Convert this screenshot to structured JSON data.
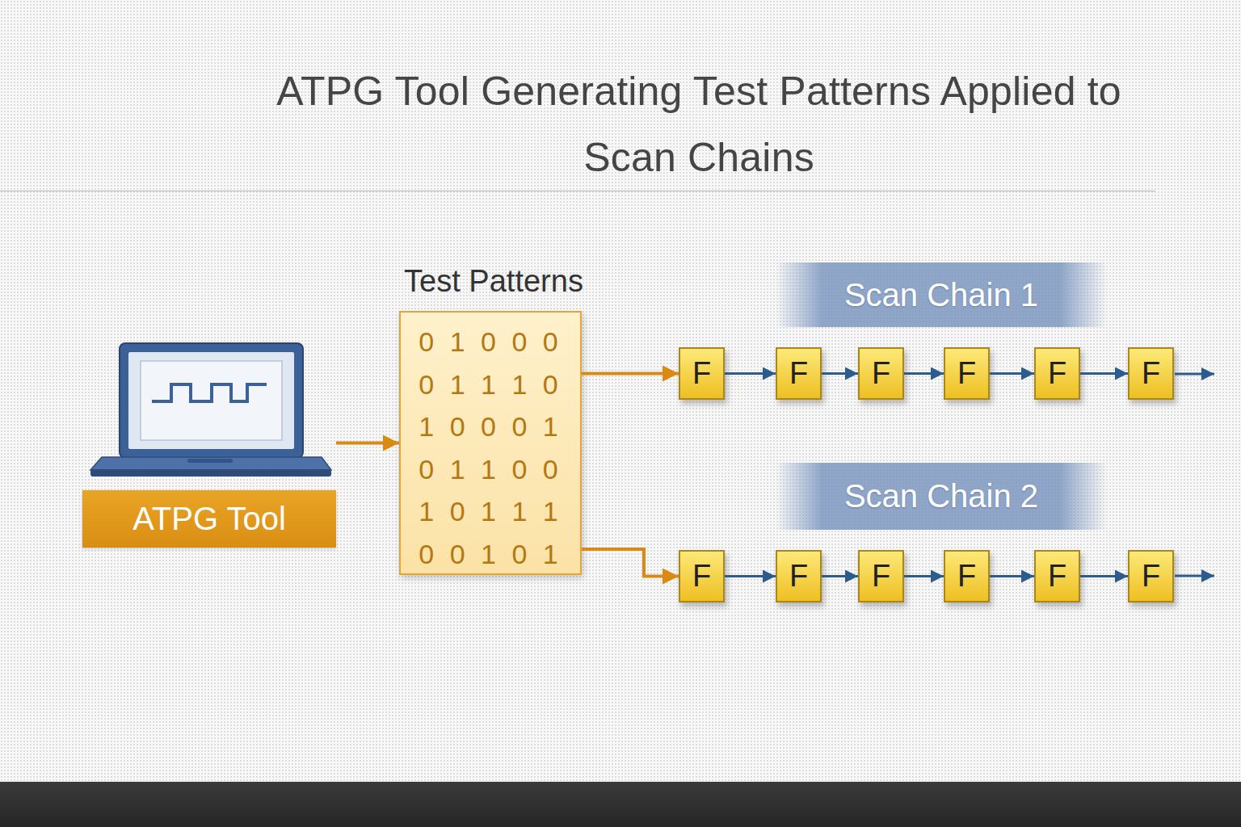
{
  "diagram": {
    "title": "ATPG Tool Generating Test Patterns Applied to Scan Chains",
    "nodes": [
      {
        "text": [
          "ATPG Tool"
        ]
      },
      {
        "text": [
          "Test Patterns",
          "0 1 0 0 0",
          "0 1 1 1 0",
          "1 0 0 0 1",
          "0 1 1 0 0",
          "1 0 1 1 1",
          "0 0 1 0 1"
        ]
      },
      {
        "text": [
          "Scan Chain 1"
        ]
      },
      {
        "text": [
          "F"
        ]
      },
      {
        "text": [
          "F"
        ]
      },
      {
        "text": [
          "F"
        ]
      },
      {
        "text": [
          "F"
        ]
      },
      {
        "text": [
          "F"
        ]
      },
      {
        "text": [
          "F"
        ]
      },
      {
        "text": [
          "Scan Chain 2"
        ]
      },
      {
        "text": [
          "F"
        ]
      },
      {
        "text": [
          "F"
        ]
      },
      {
        "text": [
          "F"
        ]
      },
      {
        "text": [
          "F"
        ]
      },
      {
        "text": [
          "F"
        ]
      },
      {
        "text": [
          "F"
        ]
      }
    ],
    "edges": [
      {
        "from": 0,
        "to": 1,
        "arrow": "to"
      },
      {
        "from": 1,
        "to": 3,
        "arrow": "to"
      },
      {
        "from": 3,
        "to": 4,
        "arrow": "to"
      },
      {
        "from": 4,
        "to": 5,
        "arrow": "to"
      },
      {
        "from": 5,
        "to": 6,
        "arrow": "to"
      },
      {
        "from": 6,
        "to": 7,
        "arrow": "to"
      },
      {
        "from": 7,
        "to": 8,
        "arrow": "to"
      },
      {
        "from": 1,
        "to": 10,
        "arrow": "to"
      },
      {
        "from": 10,
        "to": 11,
        "arrow": "to"
      },
      {
        "from": 11,
        "to": 12,
        "arrow": "to"
      },
      {
        "from": 12,
        "to": 13,
        "arrow": "to"
      },
      {
        "from": 13,
        "to": 14,
        "arrow": "to"
      },
      {
        "from": 14,
        "to": 15,
        "arrow": "to"
      }
    ]
  }
}
